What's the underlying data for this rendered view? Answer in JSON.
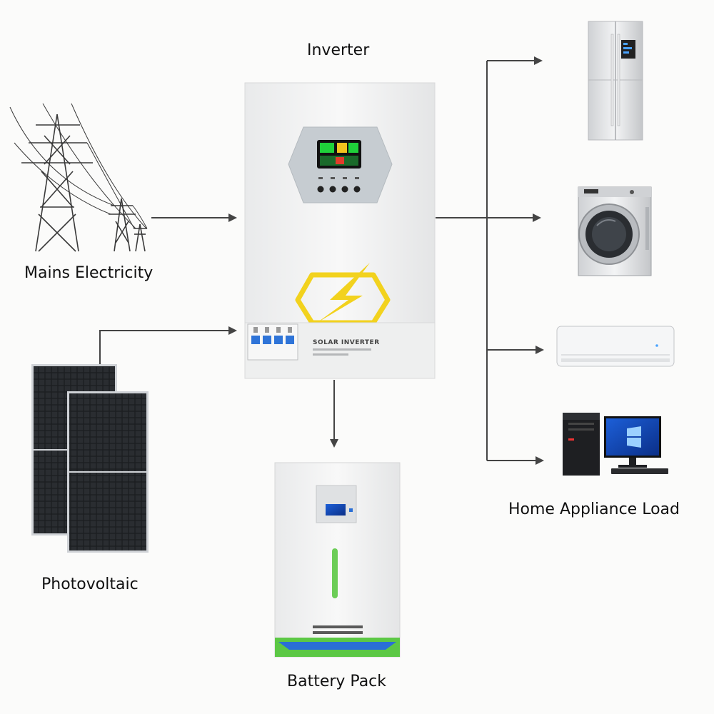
{
  "labels": {
    "inverter": "Inverter",
    "mains": "Mains Electricity",
    "photovoltaic": "Photovoltaic",
    "battery": "Battery Pack",
    "load": "Home Appliance Load"
  },
  "inverter_unit": {
    "panel_text": "SOLAR INVERTER"
  },
  "colors": {
    "arrow": "#444444",
    "logo_yellow": "#f2d21e",
    "lcd_green": "#1fd13a",
    "battery_green": "#5cc845",
    "battery_blue": "#2a6fd6",
    "breaker_blue": "#2f74d8"
  },
  "icons": [
    "power-tower-icon",
    "solar-panel-icon",
    "inverter-icon",
    "battery-pack-icon",
    "refrigerator-icon",
    "washing-machine-icon",
    "air-conditioner-icon",
    "desktop-computer-icon"
  ]
}
